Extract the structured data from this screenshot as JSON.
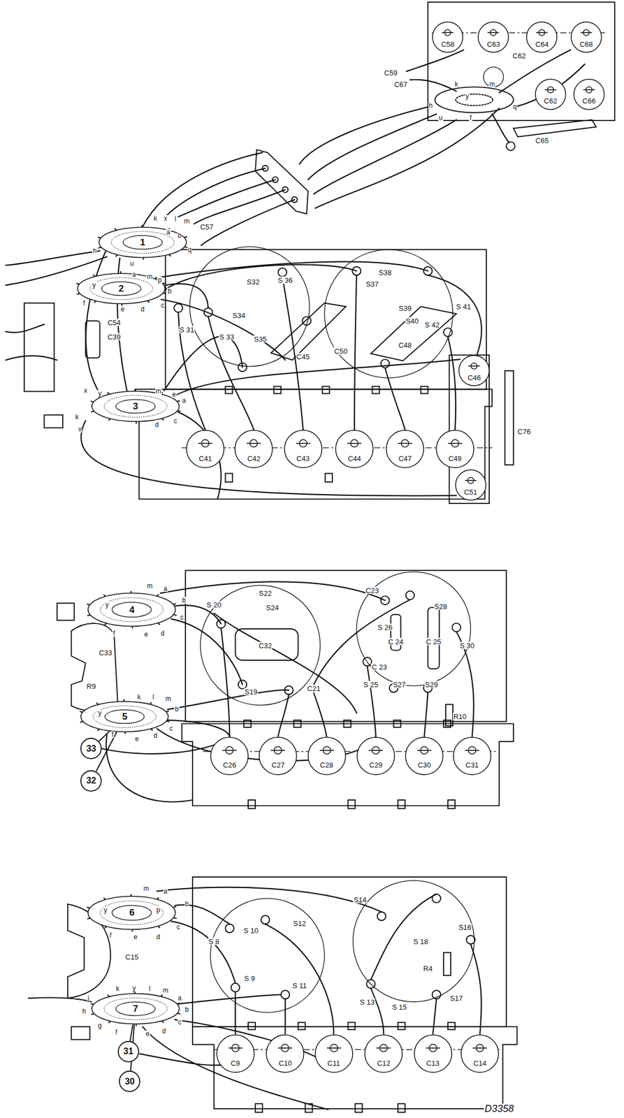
{
  "diagram": {
    "nodes": [
      {
        "text": [
          "C58"
        ]
      },
      {
        "text": [
          "C63"
        ]
      },
      {
        "text": [
          "C64"
        ]
      },
      {
        "text": [
          "C68"
        ]
      },
      {
        "text": [
          "C62"
        ]
      },
      {
        "text": [
          "C66"
        ]
      },
      {
        "text": [
          "1"
        ]
      },
      {
        "text": [
          "2"
        ]
      },
      {
        "text": [
          "C46"
        ]
      },
      {
        "text": [
          "3"
        ]
      },
      {
        "text": [
          "C41"
        ]
      },
      {
        "text": [
          "C42"
        ]
      },
      {
        "text": [
          "C43"
        ]
      },
      {
        "text": [
          "C44"
        ]
      },
      {
        "text": [
          "C47"
        ]
      },
      {
        "text": [
          "C49"
        ]
      },
      {
        "text": [
          "C51"
        ]
      },
      {
        "text": [
          "4"
        ]
      },
      {
        "text": [
          "5"
        ]
      },
      {
        "text": [
          "33"
        ]
      },
      {
        "text": [
          "C26"
        ]
      },
      {
        "text": [
          "C27"
        ]
      },
      {
        "text": [
          "C28"
        ]
      },
      {
        "text": [
          "C29"
        ]
      },
      {
        "text": [
          "C30"
        ]
      },
      {
        "text": [
          "C31"
        ]
      },
      {
        "text": [
          "32"
        ]
      },
      {
        "text": [
          "6"
        ]
      },
      {
        "text": [
          "7"
        ]
      },
      {
        "text": [
          "31"
        ]
      },
      {
        "text": [
          "C9"
        ]
      },
      {
        "text": [
          "C10"
        ]
      },
      {
        "text": [
          "C11"
        ]
      },
      {
        "text": [
          "C12"
        ]
      },
      {
        "text": [
          "C13"
        ]
      },
      {
        "text": [
          "C14"
        ]
      },
      {
        "text": [
          "30"
        ]
      }
    ],
    "edges": [
      {
        "from": 19,
        "to": 18,
        "arrow": "none"
      },
      {
        "from": 26,
        "to": 18,
        "arrow": "none"
      },
      {
        "from": 29,
        "to": 28,
        "arrow": "none"
      },
      {
        "from": 36,
        "to": 28,
        "arrow": "none"
      }
    ],
    "labels": [
      "C59",
      "C67",
      "C62",
      "C65",
      "h",
      "k",
      "m",
      "y",
      "u",
      "f",
      "q",
      "k",
      "x",
      "l",
      "m",
      "h",
      "u",
      "a",
      "b",
      "q",
      "C57",
      "y",
      "a",
      "m",
      "p",
      "b",
      "c",
      "d",
      "e",
      "f",
      "C54",
      "C39",
      "x",
      "y",
      "m",
      "e",
      "a",
      "c",
      "d",
      "k",
      "v",
      "S32",
      "S 36",
      "S38",
      "S37",
      "S39",
      "S40",
      "S 41",
      "S 42",
      "S 31",
      "S 33",
      "S34",
      "S35",
      "C45",
      "C50",
      "C48",
      "C76",
      "C33",
      "R9",
      "S 20",
      "S22",
      "S24",
      "C32",
      "C23",
      "S 26",
      "S28",
      "S 30",
      "C 24",
      "C 25",
      "C 23",
      "S 25",
      "S27",
      "S29",
      "S19",
      "C21",
      "R10",
      "m",
      "a",
      "b",
      "y",
      "c",
      "d",
      "e",
      "f",
      "k",
      "l",
      "m",
      "b",
      "y",
      "c",
      "d",
      "e",
      "f",
      "S 8",
      "S 10",
      "S12",
      "S14",
      "S 18",
      "S16",
      "R4",
      "S 9",
      "S 11",
      "S 13",
      "S 15",
      "S17",
      "C15",
      "m",
      "a",
      "b",
      "y",
      "p",
      "c",
      "d",
      "e",
      "f",
      "k",
      "y",
      "l",
      "m",
      "a",
      "b",
      "c",
      "d",
      "e",
      "f",
      "g",
      "h",
      "j",
      "D3358"
    ]
  }
}
